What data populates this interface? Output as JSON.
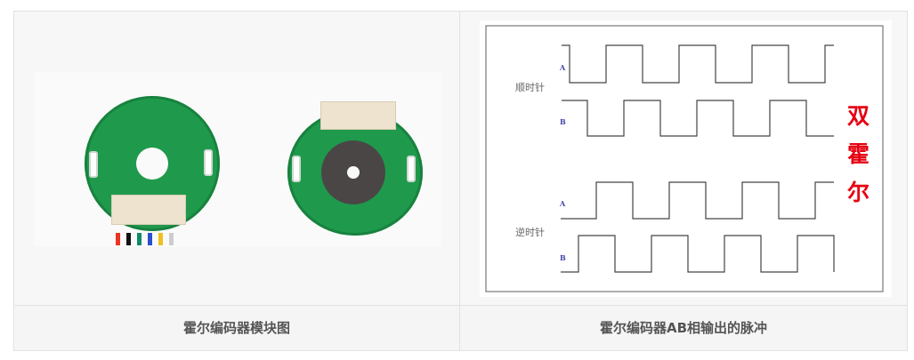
{
  "left_cell": {
    "image_alt": "hall-encoder-module-photo",
    "caption": "霍尔编码器模块图"
  },
  "right_cell": {
    "caption": "霍尔编码器AB相输出的脉冲",
    "diagram": {
      "clockwise_label": "顺时针",
      "counterclockwise_label": "逆时针",
      "channel_a": "A",
      "channel_b": "B",
      "title_chars": [
        "双",
        "霍",
        "尔"
      ],
      "title_color": "#e60012"
    }
  }
}
